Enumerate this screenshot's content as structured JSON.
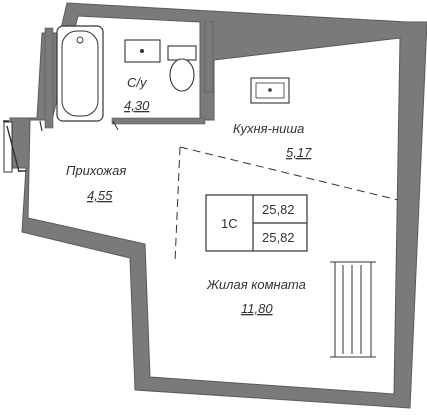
{
  "apartment": {
    "type_code": "1С",
    "area_total": "25,82",
    "area_living_total": "25,82"
  },
  "rooms": {
    "bathroom": {
      "label": "С/у",
      "area": "4,30"
    },
    "kitchen": {
      "label": "Кухня-ниша",
      "area": "5,17"
    },
    "hall": {
      "label": "Прихожая",
      "area": "4,55"
    },
    "living": {
      "label": "Жилая комната",
      "area": "11,80"
    }
  },
  "colors": {
    "wall": "#7a7a7a",
    "wall_edge": "#5a5a5a",
    "line": "#333333"
  }
}
